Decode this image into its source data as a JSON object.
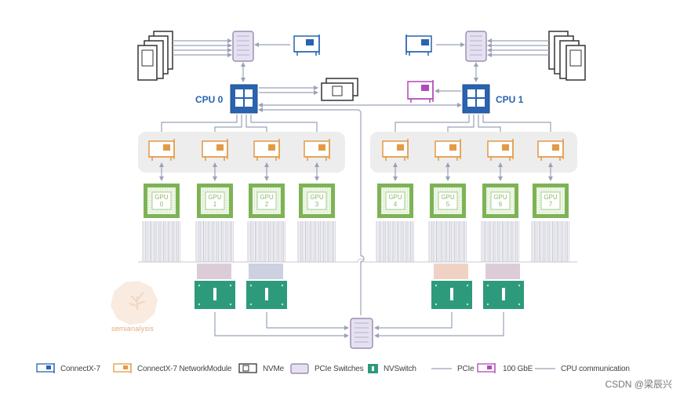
{
  "cpu": {
    "cpu0": "CPU 0",
    "cpu1": "CPU 1"
  },
  "gpus": [
    {
      "label": "GPU",
      "num": "0"
    },
    {
      "label": "GPU",
      "num": "1"
    },
    {
      "label": "GPU",
      "num": "2"
    },
    {
      "label": "GPU",
      "num": "3"
    },
    {
      "label": "GPU",
      "num": "4"
    },
    {
      "label": "GPU",
      "num": "5"
    },
    {
      "label": "GPU",
      "num": "6"
    },
    {
      "label": "GPU",
      "num": "7"
    }
  ],
  "logo": {
    "text": "semianalysis"
  },
  "legend": {
    "connectx7": "ConnectX-7",
    "connectx7_network_module": "ConnectX-7 NetworkModule",
    "nvme": "NVMe",
    "pcie_switches": "PCIe Switches",
    "nvswitch": "NVSwitch",
    "pcie": "PCIe",
    "gbe100": "100 GbE",
    "cpu_comm": "CPU communication"
  },
  "watermark": "CSDN @梁辰兴",
  "colors": {
    "cpu_blue": "#2a63b0",
    "nic_orange": "#e39a45",
    "gpu_green": "#7db355",
    "nvswitch_teal": "#2e9a7c",
    "pcie_switch_purple": "#8a7aa8",
    "gbe_magenta": "#b04ab5",
    "line_gray": "#9aa2b8"
  }
}
